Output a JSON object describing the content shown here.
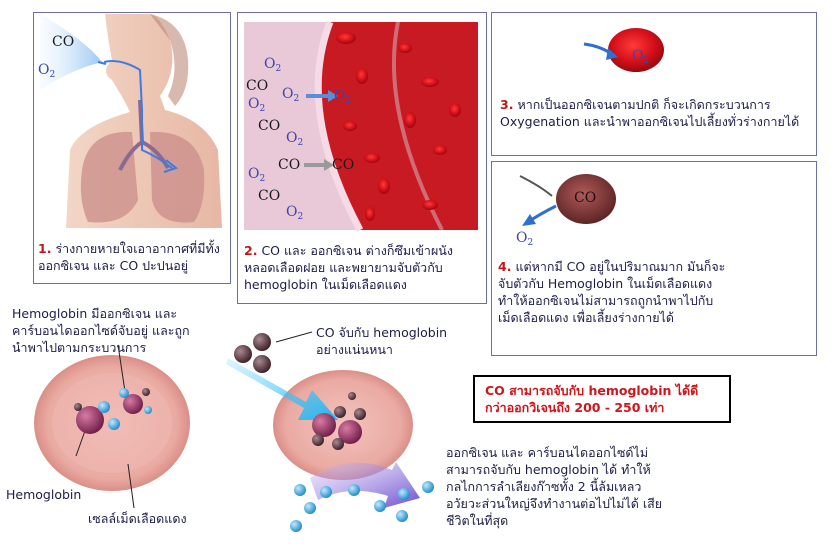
{
  "panel1": {
    "num": "1.",
    "caption": "ร่างกายหายใจเอาอากาศที่มีทั้งออกซิเจน และ CO ปะปนอยู่",
    "co_label": "CO",
    "o2_label": "O",
    "o2_sub": "2"
  },
  "panel2": {
    "num": "2.",
    "caption": "CO และ ออกซิเจน ต่างก็ซึมเข้าผนังหลอดเลือดฝอย และพยายามจับตัวกับ hemoglobin ในเม็ดเลือดแดง",
    "co_label": "CO",
    "o2_label": "O",
    "o2_sub": "2"
  },
  "panel3": {
    "num": "3.",
    "caption": "หากเป็นออกซิเจนตามปกติ ก็จะเกิดกระบวนการ Oxygenation และนำพาออกซิเจนไปเลี้ยงทั่วร่างกายได้",
    "o2_label": "O",
    "o2_sub": "2"
  },
  "panel4": {
    "num": "4.",
    "caption": "แต่หากมี CO อยู่ในปริมาณมาก มันก็จะจับตัวกับ Hemoglobin ในเม็ดเลือดแดง ทำให้ออกซิเจนไม่สามารถถูกนำพาไปกับเม็ดเลือดแดง เพื่อเลี้ยงร่างกายได้",
    "co_label": "CO",
    "o2_label": "O",
    "o2_sub": "2"
  },
  "bottom_left": {
    "desc": "Hemoglobin มีออกซิเจน และคาร์บอนไดออกไซด์จับอยู่ และถูกนำพาไปตามกระบวนการ",
    "hemoglobin_label": "Hemoglobin",
    "cell_label": "เซลล์เม็ดเลือดแดง"
  },
  "bottom_mid": {
    "co_bind_label": "CO จับกับ hemoglobin อย่างแน่นหนา",
    "result_note": "ออกซิเจน และ คาร์บอนไดออกไซด์ไม่สามารถจับกับ hemoglobin ได้ ทำให้กลไกการลำเลียงก๊าซทั้ง 2 นี้ล้มเหลว อวัยวะส่วนใหญ่จึงทำงานต่อไปไม่ได้ เสียชีวิตในที่สุด"
  },
  "callout": {
    "text": "CO สามารถจับกับ hemoglobin ได้ดีกว่าออกวิเจนถึง 200 - 250 เท่า"
  },
  "colors": {
    "panel_border": "#6b6fa3",
    "step_number": "#c4161c",
    "blood": "#c8141c",
    "cell": "#e8aaa4",
    "hemoglobin": "#8e2a5c",
    "oxygen_ball": "#3aa7e0",
    "co_ball": "#5a2f3a",
    "callout_text": "#d0141a"
  }
}
